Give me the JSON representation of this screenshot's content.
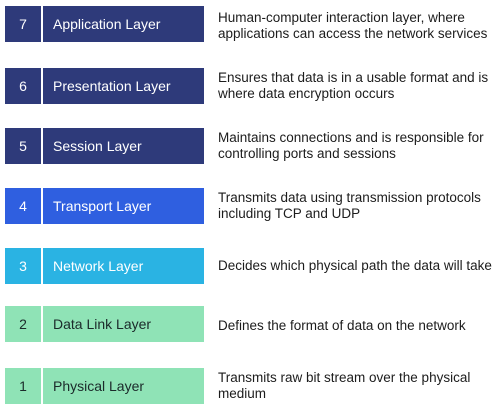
{
  "layers": [
    {
      "number": "7",
      "name": "Application Layer",
      "desc1": "Human-computer interaction layer, where",
      "desc2": "applications can access the network services",
      "color": "#2e3a7a",
      "text_color": "#ffffff"
    },
    {
      "number": "6",
      "name": "Presentation Layer",
      "desc1": "Ensures that data is in a usable format and is",
      "desc2": "where data encryption occurs",
      "color": "#2e3a7a",
      "text_color": "#ffffff"
    },
    {
      "number": "5",
      "name": "Session Layer",
      "desc1": "Maintains connections and is responsible for",
      "desc2": "controlling ports and sessions",
      "color": "#2e3a7a",
      "text_color": "#ffffff"
    },
    {
      "number": "4",
      "name": "Transport Layer",
      "desc1": "Transmits data using transmission protocols",
      "desc2": "including TCP and UDP",
      "color": "#2f5fe0",
      "text_color": "#ffffff"
    },
    {
      "number": "3",
      "name": "Network Layer",
      "desc1": "Decides which physical path the data will take",
      "desc2": "",
      "color": "#2ab3e3",
      "text_color": "#ffffff"
    },
    {
      "number": "2",
      "name": "Data Link Layer",
      "desc1": "Defines the format of data on the network",
      "desc2": "",
      "color": "#8fe3b6",
      "text_color": "#1b2a2a"
    },
    {
      "number": "1",
      "name": "Physical Layer",
      "desc1": "Transmits raw bit stream over the physical",
      "desc2": "medium",
      "color": "#8fe3b6",
      "text_color": "#1b2a2a"
    }
  ]
}
